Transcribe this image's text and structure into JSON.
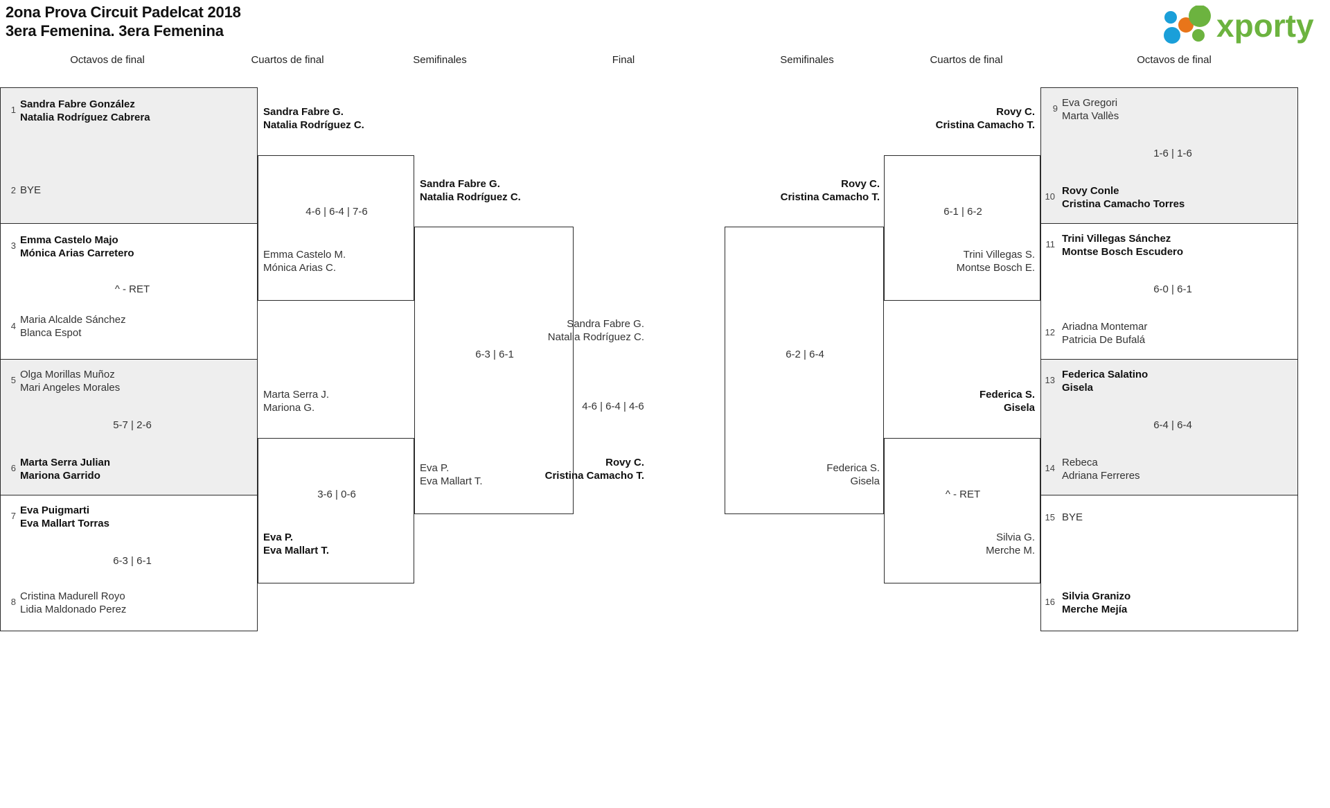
{
  "header": {
    "title_line1": "2ona Prova Circuit Padelcat 2018",
    "title_line2": "3era Femenina. 3era Femenina",
    "logo_text": "xporty",
    "logo_colors": {
      "green": "#6cb33f",
      "blue": "#1a9fd9",
      "orange": "#e8751a"
    }
  },
  "rounds": {
    "left_r16": "Octavos de final",
    "left_qf": "Cuartos de final",
    "left_sf": "Semifinales",
    "final": "Final",
    "right_sf": "Semifinales",
    "right_qf": "Cuartos de final",
    "right_r16": "Octavos de final"
  },
  "left_r16": [
    {
      "shade": true,
      "top": {
        "seed": "1",
        "l1": "Sandra Fabre González",
        "l2": "Natalia Rodríguez Cabrera",
        "winner": true
      },
      "bottom": {
        "seed": "2",
        "l1": "BYE",
        "l2": "",
        "winner": false
      },
      "score": ""
    },
    {
      "shade": false,
      "top": {
        "seed": "3",
        "l1": "Emma Castelo Majo",
        "l2": "Mónica Arias Carretero",
        "winner": true
      },
      "bottom": {
        "seed": "4",
        "l1": "Maria Alcalde Sánchez",
        "l2": "Blanca Espot",
        "winner": false
      },
      "score": "^ - RET"
    },
    {
      "shade": true,
      "top": {
        "seed": "5",
        "l1": "Olga Morillas Muñoz",
        "l2": "Mari Angeles Morales",
        "winner": false
      },
      "bottom": {
        "seed": "6",
        "l1": "Marta Serra Julian",
        "l2": "Mariona Garrido",
        "winner": true
      },
      "score": "5-7 | 2-6"
    },
    {
      "shade": false,
      "top": {
        "seed": "7",
        "l1": "Eva Puigmarti",
        "l2": "Eva Mallart Torras",
        "winner": true
      },
      "bottom": {
        "seed": "8",
        "l1": "Cristina Madurell Royo",
        "l2": "Lidia Maldonado Perez",
        "winner": false
      },
      "score": "6-3 | 6-1"
    }
  ],
  "left_qf": [
    {
      "top": {
        "l1": "Sandra Fabre G.",
        "l2": "Natalia Rodríguez C.",
        "winner": true
      },
      "bottom": {
        "l1": "Emma Castelo M.",
        "l2": "Mónica Arias C.",
        "winner": false
      },
      "score": "4-6 | 6-4 | 7-6"
    },
    {
      "top": {
        "l1": "Marta Serra J.",
        "l2": "Mariona G.",
        "winner": false
      },
      "bottom": {
        "l1": "Eva P.",
        "l2": "Eva Mallart T.",
        "winner": true
      },
      "score": "3-6 | 0-6"
    }
  ],
  "left_sf": [
    {
      "top": {
        "l1": "Sandra Fabre G.",
        "l2": "Natalia Rodríguez C.",
        "winner": true
      },
      "bottom": {
        "l1": "Eva P.",
        "l2": "Eva Mallart T.",
        "winner": false
      },
      "score": "6-3 | 6-1"
    }
  ],
  "final": {
    "top": {
      "l1": "Sandra Fabre G.",
      "l2": "Natalia Rodríguez C.",
      "winner": false
    },
    "bottom": {
      "l1": "Rovy C.",
      "l2": "Cristina Camacho T.",
      "winner": true
    },
    "score": "4-6 | 6-4 | 4-6"
  },
  "right_sf": [
    {
      "top": {
        "l1": "Rovy C.",
        "l2": "Cristina Camacho T.",
        "winner": true
      },
      "bottom": {
        "l1": "Federica S.",
        "l2": "Gisela",
        "winner": false
      },
      "score": "6-2 | 6-4"
    }
  ],
  "right_qf": [
    {
      "top": {
        "l1": "Rovy C.",
        "l2": "Cristina Camacho T.",
        "winner": true
      },
      "bottom": {
        "l1": "Trini Villegas S.",
        "l2": "Montse Bosch E.",
        "winner": false
      },
      "score": "6-1 | 6-2"
    },
    {
      "top": {
        "l1": "Federica S.",
        "l2": "Gisela",
        "winner": true
      },
      "bottom": {
        "l1": "Silvia G.",
        "l2": "Merche M.",
        "winner": false
      },
      "score": "^ - RET"
    }
  ],
  "right_r16": [
    {
      "shade": true,
      "top": {
        "seed": "9",
        "l1": "Eva Gregori",
        "l2": "Marta Vallès",
        "winner": false
      },
      "bottom": {
        "seed": "10",
        "l1": "Rovy Conle",
        "l2": "Cristina Camacho Torres",
        "winner": true
      },
      "score": "1-6 | 1-6"
    },
    {
      "shade": false,
      "top": {
        "seed": "11",
        "l1": "Trini Villegas Sánchez",
        "l2": "Montse Bosch Escudero",
        "winner": true
      },
      "bottom": {
        "seed": "12",
        "l1": "Ariadna Montemar",
        "l2": "Patricia De Bufalá",
        "winner": false
      },
      "score": "6-0 | 6-1"
    },
    {
      "shade": true,
      "top": {
        "seed": "13",
        "l1": "Federica Salatino",
        "l2": "Gisela",
        "winner": true
      },
      "bottom": {
        "seed": "14",
        "l1": "Rebeca",
        "l2": "Adriana Ferreres",
        "winner": false
      },
      "score": "6-4 | 6-4"
    },
    {
      "shade": false,
      "top": {
        "seed": "15",
        "l1": "BYE",
        "l2": "",
        "winner": false
      },
      "bottom": {
        "seed": "16",
        "l1": "Silvia Granizo",
        "l2": "Merche Mejía",
        "winner": true
      },
      "score": ""
    }
  ]
}
